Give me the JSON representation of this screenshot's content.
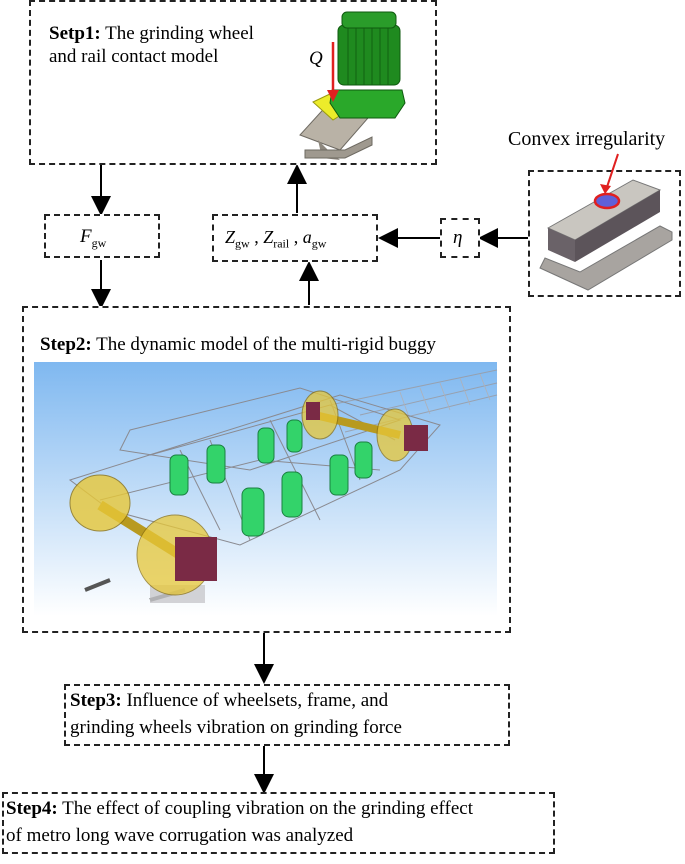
{
  "step1": {
    "label": "Setp1:",
    "line1": " The grinding wheel",
    "line2": "and rail contact model",
    "force_symbol": "Q"
  },
  "fgw": {
    "symbol": "F",
    "subscript": "gw"
  },
  "zbox": {
    "z1_symbol": "Z",
    "z1_sub": "gw",
    "sep1": " , ",
    "z2_symbol": "Z",
    "z2_sub": "rail",
    "sep2": " , ",
    "a_symbol": "a",
    "a_sub": "gw"
  },
  "eta": {
    "symbol": "η"
  },
  "convex": {
    "label": "Convex  irregularity"
  },
  "step2": {
    "label": "Step2:",
    "text": " The dynamic model of the multi-rigid buggy"
  },
  "step3": {
    "label": "Step3:",
    "line1": " Influence of wheelsets, frame, and",
    "line2": "grinding wheels vibration on grinding force"
  },
  "step4": {
    "label": "Step4:",
    "line1": " The effect of coupling vibration on the grinding effect",
    "line2": "of metro long wave corrugation was analyzed"
  },
  "colors": {
    "motor_green": "#1f8a1f",
    "force_arrow": "#e02020",
    "wheel_yellow": "#e8c838",
    "box_maroon": "#7a2a45",
    "spring_green": "#33d36a",
    "sky_blue": "#7fb8f0"
  }
}
